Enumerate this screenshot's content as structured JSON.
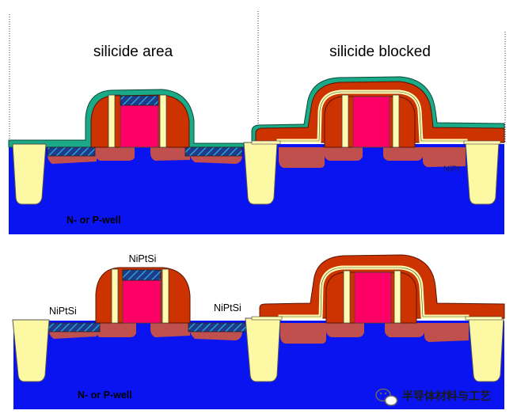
{
  "top_panel": {
    "left_title": "silicide area",
    "right_title": "silicide blocked",
    "well_label": "N- or P-well",
    "inner_label": "NiPt"
  },
  "bottom_panel": {
    "gate_label": "NiPtSi",
    "left_sd_label": "NiPtSi",
    "right_sd_label": "NiPtSi",
    "well_label": "N- or P-well"
  },
  "watermark": {
    "text": "半导体材料与工艺",
    "icon": "wechat-icon"
  },
  "colors": {
    "substrate": "#0a14f0",
    "sti": "#fdf8a4",
    "poly": "#ff0066",
    "spacer": "#cc3300",
    "sd_region": "#c0504d",
    "silicide": "#2a4aa0",
    "liner": "#fffbb0",
    "nitride_cap": "#1aaa88"
  }
}
